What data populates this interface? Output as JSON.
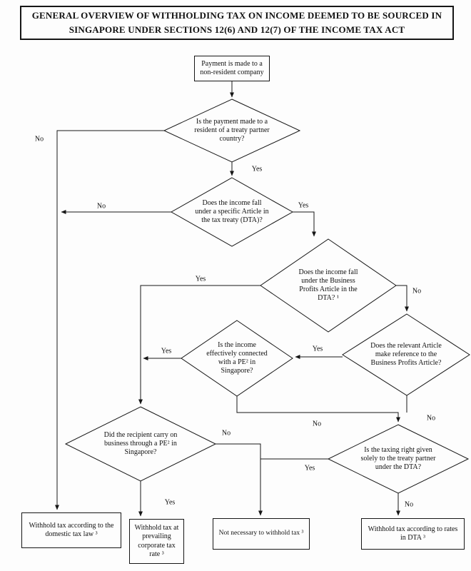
{
  "title": {
    "line1": "GENERAL OVERVIEW OF WITHHOLDING TAX ON INCOME DEEMED TO BE SOURCED IN",
    "line2": "SINGAPORE UNDER SECTIONS 12(6) AND 12(7) OF THE INCOME TAX ACT"
  },
  "nodes": {
    "start": "Payment is made to a non-resident company",
    "treaty_resident": "Is the payment made to a resident of a treaty partner country?",
    "specific_article": "Does the income fall under a specific Article in the tax treaty (DTA)?",
    "business_profits": "Does the income fall under the Business Profits Article in the DTA? ¹",
    "effectively_connected": "Is the income effectively connected with a PE² in Singapore?",
    "article_reference": "Does the relevant Article make reference to the Business Profits Article?",
    "carry_on_business": "Did the recipient carry on business through a PE² in Singapore?",
    "taxing_right": "Is the taxing right given solely to the treaty partner under the DTA?"
  },
  "outcomes": {
    "domestic_law": "Withhold tax according to the domestic tax law ³",
    "corporate_rate": "Withhold tax at prevailing corporate tax rate ³",
    "no_withholding": "Not necessary to withhold tax ³",
    "dta_rates": "Withhold tax according to rates in DTA ³"
  },
  "labels": {
    "yes": "Yes",
    "no": "No"
  }
}
